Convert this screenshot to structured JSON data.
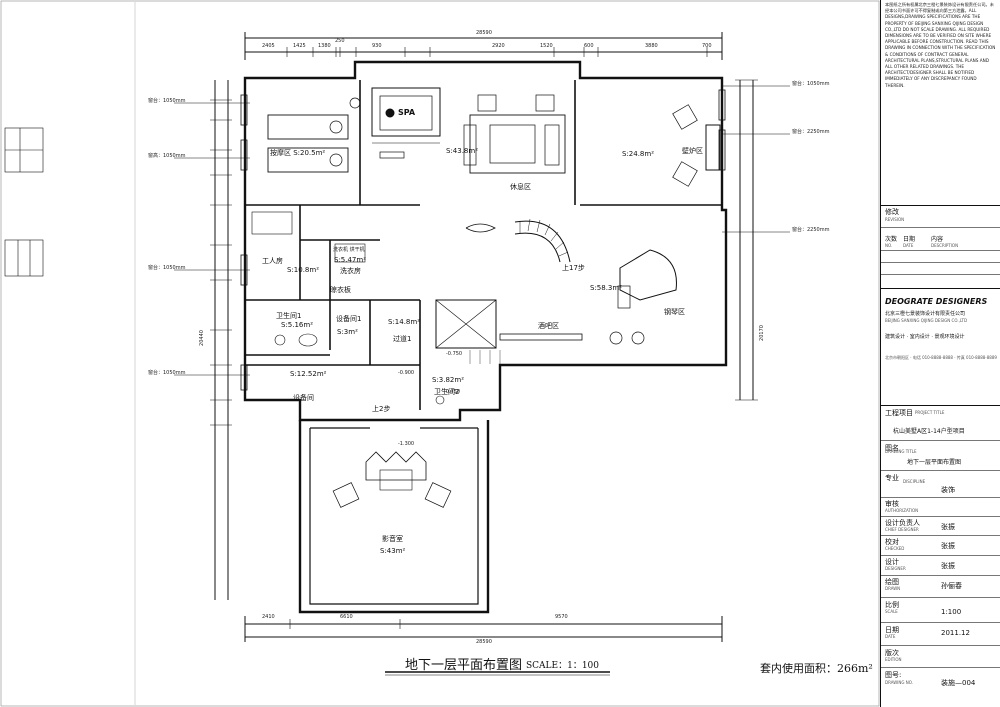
{
  "drawing": {
    "title": "地下一层平面布置图",
    "scale": "SCALE：1：100",
    "area_note": "套内使用面积：266m²"
  },
  "overall_dims": {
    "top_total": "28590",
    "top_segments": [
      "2405",
      "1425",
      "1380",
      "250",
      "930",
      "2920",
      "1520",
      "600",
      "3880",
      "700"
    ],
    "bottom_total": "28590",
    "bottom_segments": [
      "2410",
      "6610",
      "9570"
    ],
    "left_total": "20440",
    "right_total": "20170"
  },
  "rooms": [
    {
      "id": "massage",
      "label": "按摩区 S:20.5m²"
    },
    {
      "id": "spa",
      "label": "SPA"
    },
    {
      "id": "rest",
      "label": "S:43.8m²"
    },
    {
      "id": "rest_name",
      "label": "休息区"
    },
    {
      "id": "fireplace",
      "label": "S:24.8m²"
    },
    {
      "id": "fireplace_name",
      "label": "壁炉区"
    },
    {
      "id": "worker",
      "label": "工人房"
    },
    {
      "id": "worker_area",
      "label": "S:10.8m²"
    },
    {
      "id": "laundry",
      "label": "洗衣机 烘干机"
    },
    {
      "id": "laundry_area",
      "label": "S:5.47m²"
    },
    {
      "id": "laundry_name",
      "label": "洗衣房"
    },
    {
      "id": "drying",
      "label": "晾衣板"
    },
    {
      "id": "bath1",
      "label": "卫生间1"
    },
    {
      "id": "bath1_area",
      "label": "S:5.16m²"
    },
    {
      "id": "equip1",
      "label": "设备间1"
    },
    {
      "id": "equip1_area",
      "label": "S:3m²"
    },
    {
      "id": "corridor",
      "label": "S:14.8m²"
    },
    {
      "id": "corridor_name",
      "label": "过道1"
    },
    {
      "id": "equip",
      "label": "S:12.52m²"
    },
    {
      "id": "equip_name",
      "label": "设备间"
    },
    {
      "id": "bath2_area",
      "label": "S:3.82m²"
    },
    {
      "id": "bath2",
      "label": "卫生间2"
    },
    {
      "id": "bar",
      "label": "酒吧区"
    },
    {
      "id": "piano",
      "label": "钢琴区"
    },
    {
      "id": "main_area",
      "label": "S:58.3m²"
    },
    {
      "id": "stairs",
      "label": "上17步"
    },
    {
      "id": "up2",
      "label": "上2步"
    },
    {
      "id": "cinema",
      "label": "影音室"
    },
    {
      "id": "cinema_area",
      "label": "S:43m²"
    }
  ],
  "levels": [
    "-0.900",
    "-0.750",
    "-0.750",
    "-1.300"
  ],
  "side_tags_left": [
    "窗台：1050mm",
    "窗高：1050mm",
    "窗台：1050mm",
    "窗台：1050mm"
  ],
  "side_tags_right": [
    "窗台：1050mm",
    "窗台：2250mm",
    "窗台：2250mm"
  ],
  "title_block": {
    "notes": "本图纸之所有权属北京三橙七景装饰设计有限责任公司。未经本公司书面许可不得复制或向第三方泄露。ALL DESIGNS,DRAWING SPECIFICATIONS ARE THE PROPERTY OF BEIJING SANXING QIJING DESIGN CO.,LTD DO NOT SCALE DRAWING. ALL REQUIRED DIMENSIONS ARE TO BE VERIFIED ON SITE WHERE APPLICABLE BEFORE CONSTRUCTION. READ THIS DRAWING IN CONNECTION WITH THE SPECIFICATION & CONDITIONS OF CONTRACT GENERAL ARCHITECTURAL PLANS,STRUCTURAL PLANS AND ALL OTHER RELATED DRAWINGS. THE ARCHITECT/DESIGNER SHALL BE NOTIFIED IMMEDIATELY OF ANY DISCREPANCY FOUND THEREIN.",
    "revision_label": "修改",
    "revision_en": "REVISION",
    "rev_cols": [
      "次数",
      "日期",
      "内容"
    ],
    "rev_cols_en": [
      "NO.",
      "DATE",
      "DESCRIPTION"
    ],
    "logo": "DEOGRATE DESIGNERS",
    "company": "北京三橙七景装饰设计有限责任公司",
    "company_en_line": "BEIJING SANXING QIJING DESIGN CO.,LTD",
    "services": "建筑设计 · 室内设计 · 景观环境设计",
    "contact": "北京市朝阳区 · 电话 010-8888-8888 · 传真 010-8888-8889",
    "project_label": "工程项目",
    "project_en": "PROJECT TITLE",
    "project_value": "杭山美墅A区1-14户型项目",
    "drawing_label": "图名",
    "drawing_en": "DRAWING TITLE",
    "drawing_value": "地下一层平面布置图",
    "discipline_label": "专业",
    "discipline_en": "DISCIPLINE",
    "discipline_value": "装饰",
    "check_label": "审核",
    "check_en": "AUTHORIZATION",
    "lead_label": "设计负责人",
    "lead_en": "CHIEF DESIGNER",
    "lead_value": "张振",
    "verify_label": "校对",
    "verify_en": "CHECKED",
    "verify_value": "张振",
    "design_label": "设计",
    "design_en": "DESIGNER",
    "design_value": "张振",
    "draw_label": "绘图",
    "draw_en": "DRAWN",
    "draw_value": "孙俪春",
    "scale_label": "比例",
    "scale_en": "SCALE",
    "scale_value": "1:100",
    "date_label": "日期",
    "date_en": "DATE",
    "date_value": "2011.12",
    "edition_label": "版次",
    "edition_en": "EDITION",
    "no_label": "图号:",
    "no_en": "DRAWING NO.",
    "no_value": "装施—004"
  }
}
